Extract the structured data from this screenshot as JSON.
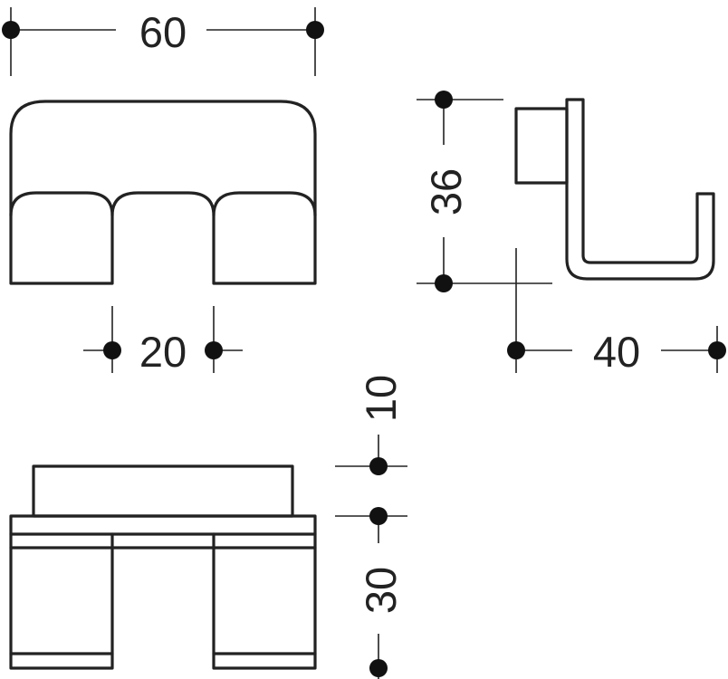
{
  "dimensions": {
    "width": "60",
    "hook_width": "20",
    "height": "36",
    "depth": "40",
    "top_thickness": "10",
    "bottom_depth": "30"
  },
  "colors": {
    "line": "#222222",
    "background": "#ffffff"
  }
}
